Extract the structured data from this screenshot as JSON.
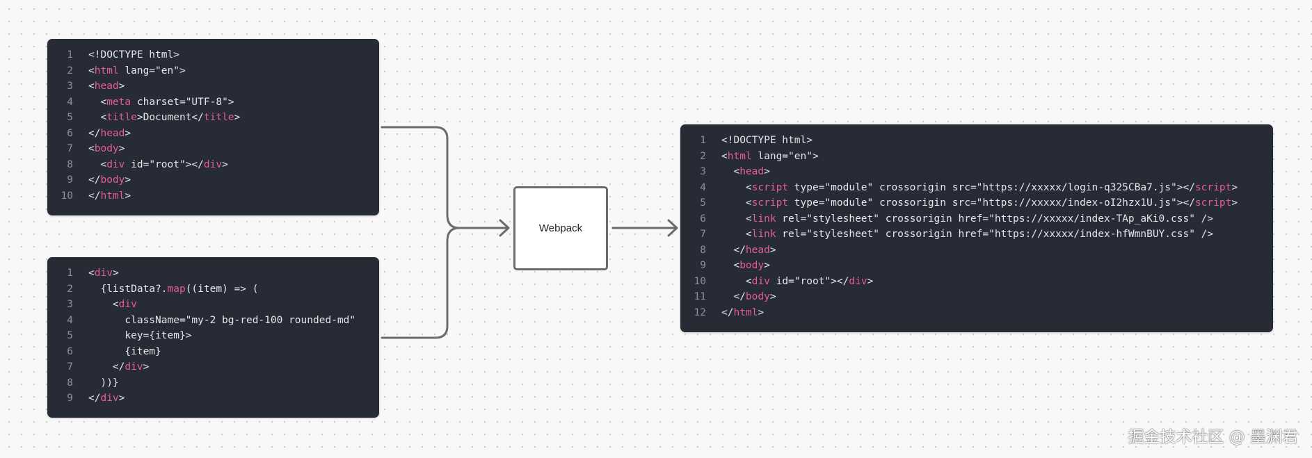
{
  "diagram": {
    "input_html": {
      "lines": [
        [
          [
            "tok-txt",
            "<!DOCTYPE html>"
          ]
        ],
        [
          [
            "tok-txt",
            "<"
          ],
          [
            "tok-tag",
            "html"
          ],
          [
            "tok-txt",
            " lang=\"en\">"
          ]
        ],
        [
          [
            "tok-txt",
            "<"
          ],
          [
            "tok-tag",
            "head"
          ],
          [
            "tok-txt",
            ">"
          ]
        ],
        [
          [
            "tok-txt",
            "  <"
          ],
          [
            "tok-tag",
            "meta"
          ],
          [
            "tok-txt",
            " charset=\"UTF-8\">"
          ]
        ],
        [
          [
            "tok-txt",
            "  <"
          ],
          [
            "tok-tag",
            "title"
          ],
          [
            "tok-txt",
            ">Document</"
          ],
          [
            "tok-tag",
            "title"
          ],
          [
            "tok-txt",
            ">"
          ]
        ],
        [
          [
            "tok-txt",
            "</"
          ],
          [
            "tok-tag",
            "head"
          ],
          [
            "tok-txt",
            ">"
          ]
        ],
        [
          [
            "tok-txt",
            "<"
          ],
          [
            "tok-tag",
            "body"
          ],
          [
            "tok-txt",
            ">"
          ]
        ],
        [
          [
            "tok-txt",
            "  <"
          ],
          [
            "tok-tag",
            "div"
          ],
          [
            "tok-txt",
            " id=\"root\"></"
          ],
          [
            "tok-tag",
            "div"
          ],
          [
            "tok-txt",
            ">"
          ]
        ],
        [
          [
            "tok-txt",
            "</"
          ],
          [
            "tok-tag",
            "body"
          ],
          [
            "tok-txt",
            ">"
          ]
        ],
        [
          [
            "tok-txt",
            "</"
          ],
          [
            "tok-tag",
            "html"
          ],
          [
            "tok-txt",
            ">"
          ]
        ]
      ]
    },
    "input_jsx": {
      "lines": [
        [
          [
            "tok-txt",
            "<"
          ],
          [
            "tok-tag",
            "div"
          ],
          [
            "tok-txt",
            ">"
          ]
        ],
        [
          [
            "tok-txt",
            "  {listData?."
          ],
          [
            "tok-fn",
            "map"
          ],
          [
            "tok-txt",
            "((item) => ("
          ]
        ],
        [
          [
            "tok-txt",
            "    <"
          ],
          [
            "tok-tag",
            "div"
          ]
        ],
        [
          [
            "tok-txt",
            "      className=\"my-2 bg-red-100 rounded-md\""
          ]
        ],
        [
          [
            "tok-txt",
            "      key={item}>"
          ]
        ],
        [
          [
            "tok-txt",
            "      {item}"
          ]
        ],
        [
          [
            "tok-txt",
            "    </"
          ],
          [
            "tok-tag",
            "div"
          ],
          [
            "tok-txt",
            ">"
          ]
        ],
        [
          [
            "tok-txt",
            "  ))}"
          ]
        ],
        [
          [
            "tok-txt",
            "</"
          ],
          [
            "tok-tag",
            "div"
          ],
          [
            "tok-txt",
            ">"
          ]
        ]
      ]
    },
    "bundler": {
      "label": "Webpack"
    },
    "output_html": {
      "lines": [
        [
          [
            "tok-txt",
            "<!DOCTYPE html>"
          ]
        ],
        [
          [
            "tok-txt",
            "<"
          ],
          [
            "tok-tag",
            "html"
          ],
          [
            "tok-txt",
            " lang=\"en\">"
          ]
        ],
        [
          [
            "tok-txt",
            "  <"
          ],
          [
            "tok-tag",
            "head"
          ],
          [
            "tok-txt",
            ">"
          ]
        ],
        [
          [
            "tok-txt",
            "    <"
          ],
          [
            "tok-tag",
            "script"
          ],
          [
            "tok-txt",
            " type=\"module\" crossorigin src=\"https://xxxxx/login-q325CBa7.js\"></"
          ],
          [
            "tok-tag",
            "script"
          ],
          [
            "tok-txt",
            ">"
          ]
        ],
        [
          [
            "tok-txt",
            "    <"
          ],
          [
            "tok-tag",
            "script"
          ],
          [
            "tok-txt",
            " type=\"module\" crossorigin src=\"https://xxxxx/index-oI2hzx1U.js\"></"
          ],
          [
            "tok-tag",
            "script"
          ],
          [
            "tok-txt",
            ">"
          ]
        ],
        [
          [
            "tok-txt",
            "    <"
          ],
          [
            "tok-tag",
            "link"
          ],
          [
            "tok-txt",
            " rel=\"stylesheet\" crossorigin href=\"https://xxxxx/index-TAp_aKi0.css\" />"
          ]
        ],
        [
          [
            "tok-txt",
            "    <"
          ],
          [
            "tok-tag",
            "link"
          ],
          [
            "tok-txt",
            " rel=\"stylesheet\" crossorigin href=\"https://xxxxx/index-hfWmnBUY.css\" />"
          ]
        ],
        [
          [
            "tok-txt",
            "  </"
          ],
          [
            "tok-tag",
            "head"
          ],
          [
            "tok-txt",
            ">"
          ]
        ],
        [
          [
            "tok-txt",
            "  <"
          ],
          [
            "tok-tag",
            "body"
          ],
          [
            "tok-txt",
            ">"
          ]
        ],
        [
          [
            "tok-txt",
            "    <"
          ],
          [
            "tok-tag",
            "div"
          ],
          [
            "tok-txt",
            " id=\"root\"></"
          ],
          [
            "tok-tag",
            "div"
          ],
          [
            "tok-txt",
            ">"
          ]
        ],
        [
          [
            "tok-txt",
            "  </"
          ],
          [
            "tok-tag",
            "body"
          ],
          [
            "tok-txt",
            ">"
          ]
        ],
        [
          [
            "tok-txt",
            "</"
          ],
          [
            "tok-tag",
            "html"
          ],
          [
            "tok-txt",
            ">"
          ]
        ]
      ]
    }
  },
  "watermark": {
    "text": "掘金技术社区 @ 墨渊君"
  },
  "colors": {
    "canvas": "#f8f8f8",
    "code_background": "#262b35",
    "code_text": "#e4e6ea",
    "tag_highlight": "#e45ba0",
    "line_number": "#8b919c",
    "connector": "#6b6b6b"
  }
}
